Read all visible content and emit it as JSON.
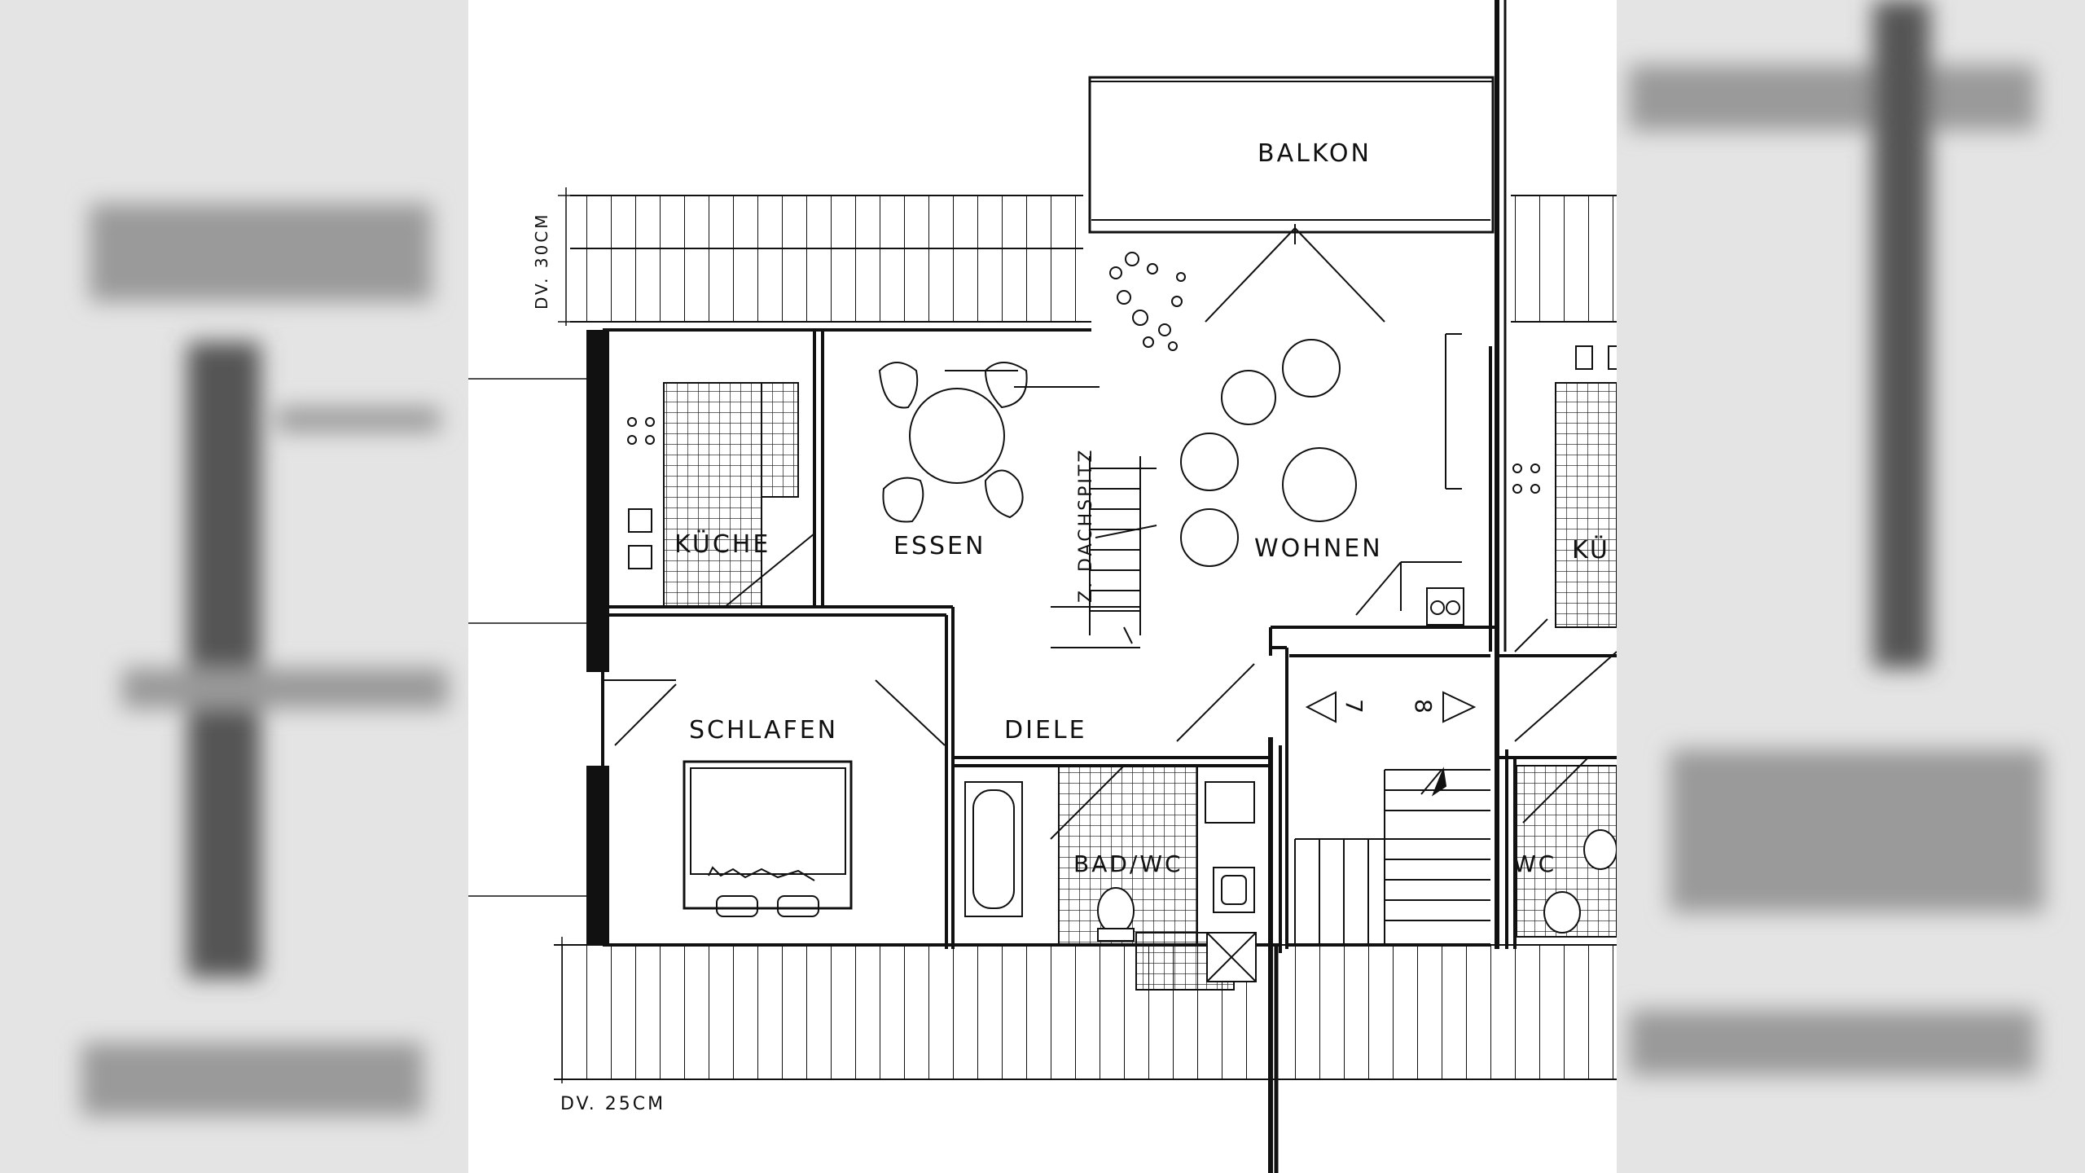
{
  "rooms": {
    "balkon": "BALKON",
    "kueche": "KÜCHE",
    "essen": "ESSEN",
    "wohnen": "WOHNEN",
    "schlafen": "SCHLAFEN",
    "diele": "DIELE",
    "bad_wc": "BAD/WC",
    "wc": "WC",
    "kueche_neighbor": "KÜ"
  },
  "annotations": {
    "dv_top": "DV. 30CM",
    "dv_bottom": "DV. 25CM",
    "stair_note": "Z. DACHSPITZ",
    "unit_left": "7",
    "unit_right": "8"
  },
  "colors": {
    "line": "#111111",
    "paper": "#ffffff",
    "blur_background": "#e4e4e4"
  }
}
